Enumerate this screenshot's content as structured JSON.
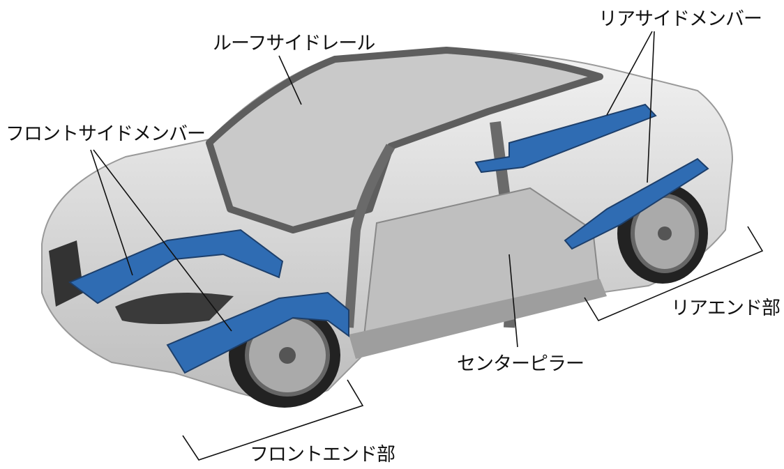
{
  "labels": {
    "roof_side_rail": "ルーフサイドレール",
    "rear_side_member": "リアサイドメンバー",
    "front_side_member": "フロントサイドメンバー",
    "rear_end": "リアエンド部",
    "center_pillar": "センターピラー",
    "front_end": "フロントエンド部"
  },
  "colors": {
    "member_blue": "#2f6cb3",
    "body": "#d8d8d8",
    "frame": "#6a6a6a"
  }
}
